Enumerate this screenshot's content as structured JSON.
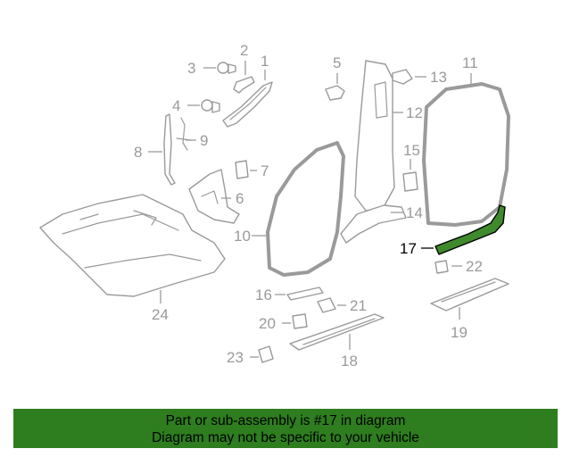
{
  "diagram": {
    "callouts": {
      "c1": "1",
      "c2": "2",
      "c3": "3",
      "c4": "4",
      "c5": "5",
      "c6": "6",
      "c7": "7",
      "c8": "8",
      "c9": "9",
      "c10": "10",
      "c11": "11",
      "c12": "12",
      "c13": "13",
      "c14": "14",
      "c15": "15",
      "c16": "16",
      "c17": "17",
      "c18": "18",
      "c19": "19",
      "c20": "20",
      "c21": "21",
      "c22": "22",
      "c23": "23",
      "c24": "24"
    },
    "highlighted_part": "17",
    "colors": {
      "highlight_fill": "#3f8a2c",
      "part_stroke": "#9a9a9a",
      "banner_background": "#2e7d1f"
    }
  },
  "banner": {
    "line1": "Part or sub-assembly is #17 in diagram",
    "line2": "Diagram may not be specific to your vehicle"
  }
}
